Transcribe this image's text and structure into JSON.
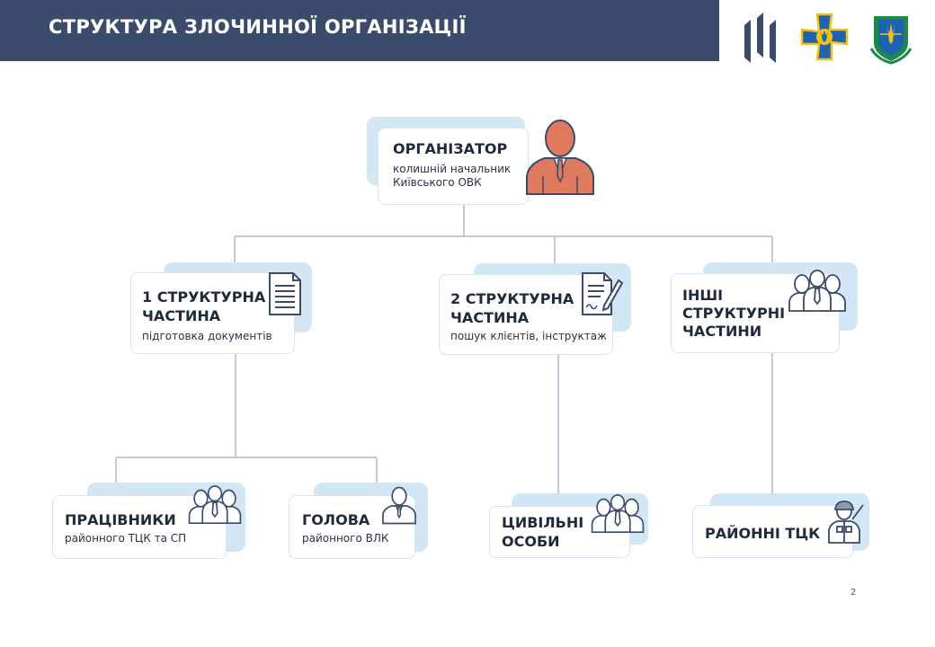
{
  "header": {
    "title": "СТРУКТУРА ЗЛОЧИННОЇ ОРГАНІЗАЦІЇ"
  },
  "colors": {
    "header_bg": "#3b4b6b",
    "card_shadow": "#d3e6f4",
    "connector": "#a9bccd",
    "organizer_icon": "#e07a5f",
    "icon_stroke": "#3b4b6b"
  },
  "nodes": {
    "organizer": {
      "title": "ОРГАНІЗАТОР",
      "subtitle": "колишній начальник\nКиївського ОВК",
      "icon": "person-icon"
    },
    "part1": {
      "title": "1 СТРУКТУРНА\nЧАСТИНА",
      "subtitle": "підготовка документів",
      "icon": "document-icon"
    },
    "part2": {
      "title": "2 СТРУКТУРНА\nЧАСТИНА",
      "subtitle": "пошук клієнтів, інструктаж",
      "icon": "contract-signing-icon"
    },
    "other": {
      "title": "ІНШІ\nСТРУКТУРНІ\nЧАСТИНИ",
      "icon": "group-icon"
    },
    "workers": {
      "title": "ПРАЦІВНИКИ",
      "subtitle": "районного ТЦК та СП",
      "icon": "group-icon"
    },
    "head": {
      "title": "ГОЛОВА",
      "subtitle": "районного ВЛК",
      "icon": "person-icon"
    },
    "civilians": {
      "title": "ЦИВІЛЬНІ\nОСОБИ",
      "icon": "group-icon"
    },
    "district": {
      "title": "РАЙОННІ ТЦК",
      "icon": "soldier-icon"
    }
  },
  "page_number": "2"
}
